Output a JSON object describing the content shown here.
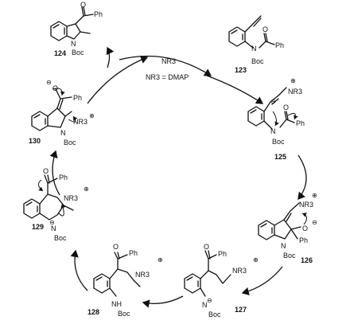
{
  "reagent": {
    "name": "NR3",
    "definition": "NR3 = DMAP"
  },
  "compounds": [
    {
      "number": "123",
      "groups": [
        "O",
        "Ph",
        "N",
        "Boc"
      ]
    },
    {
      "number": "125",
      "groups": [
        "NR3",
        "O",
        "Ph",
        "N",
        "Boc"
      ]
    },
    {
      "number": "126",
      "groups": [
        "NR3",
        "O",
        "Ph",
        "N",
        "Boc"
      ]
    },
    {
      "number": "127",
      "groups": [
        "O",
        "Ph",
        "NR3",
        "N",
        "Boc"
      ]
    },
    {
      "number": "128",
      "groups": [
        "O",
        "Ph",
        "NR3",
        "NH",
        "Boc"
      ]
    },
    {
      "number": "129",
      "groups": [
        "O",
        "Ph",
        "NR3",
        "N",
        "Boc"
      ]
    },
    {
      "number": "130",
      "groups": [
        "O",
        "Ph",
        "NR3",
        "N",
        "Boc"
      ]
    },
    {
      "number": "124",
      "groups": [
        "O",
        "Ph",
        "N",
        "Boc"
      ]
    }
  ]
}
